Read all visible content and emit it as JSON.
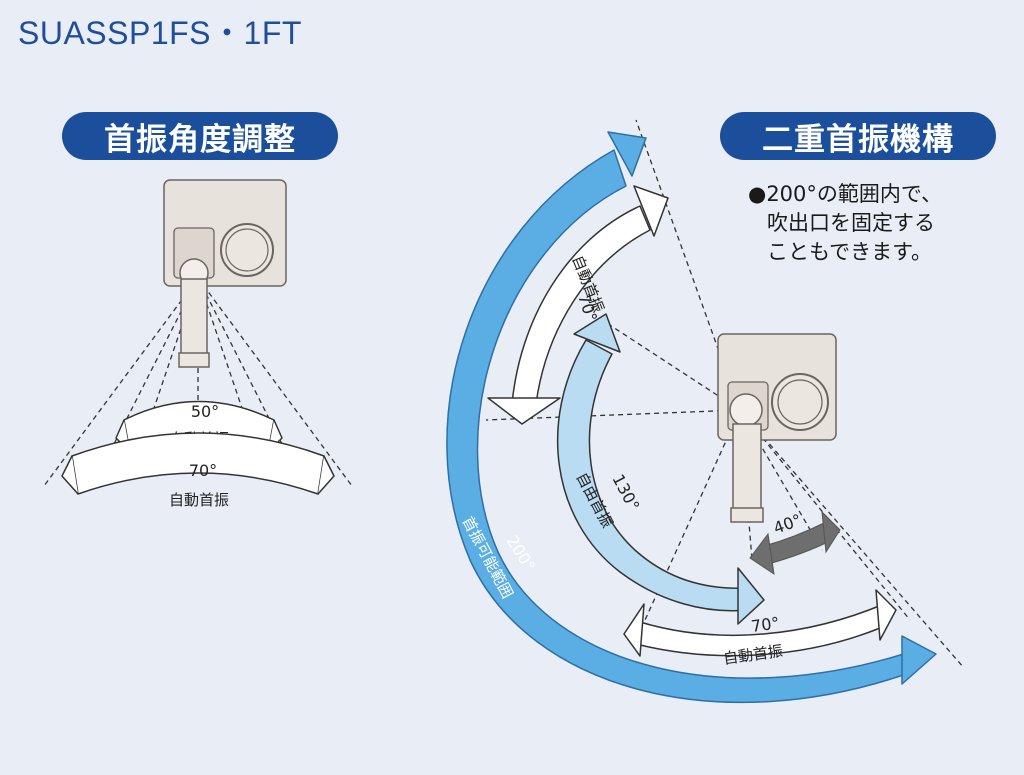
{
  "title": "SUASSP1FS・1FT",
  "left_section": {
    "heading": "首振角度調整",
    "angle_inner": "50°",
    "label_inner": "自動首振",
    "angle_outer": "70°",
    "label_outer": "自動首振"
  },
  "right_section": {
    "heading": "二重首振機構",
    "note": {
      "line1": "●200°の範囲内で、",
      "line2": "吹出口を固定する",
      "line3": "こともできます。"
    },
    "arcs": {
      "range_angle": "200°",
      "range_label": "首振可能範囲",
      "free_angle": "130°",
      "free_label": "自由首振",
      "auto_top_angle": "70°",
      "auto_top_label": "自動首振",
      "auto_bottom_angle": "70°",
      "auto_bottom_label": "自動首振",
      "fixed_angle": "40°"
    }
  },
  "colors": {
    "accent": "#1c4f9b",
    "big_arc": "#5aaee3",
    "free_arc": "#b9dcf3",
    "gray_arrow": "#6e6e6e",
    "device": "#e8e2dc"
  }
}
